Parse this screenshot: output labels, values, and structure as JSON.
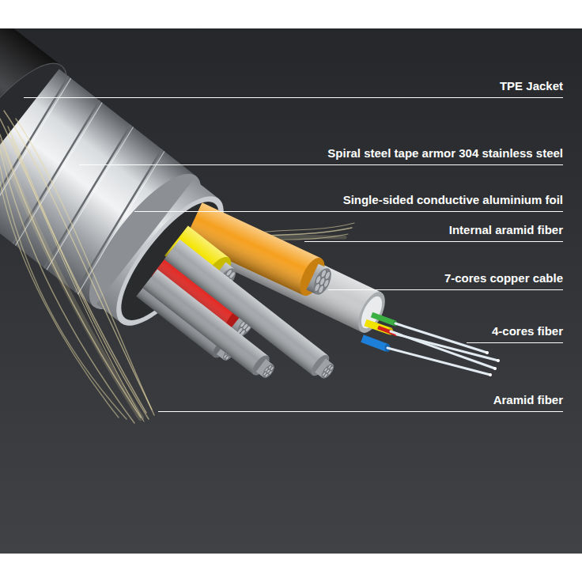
{
  "diagram": {
    "labels": [
      "TPE Jacket",
      "Spiral steel tape armor 304 stainless steel",
      "Single-sided conductive aluminium foil",
      "Internal aramid fiber",
      "7-cores copper cable",
      "4-cores fiber",
      "Aramid fiber"
    ]
  }
}
